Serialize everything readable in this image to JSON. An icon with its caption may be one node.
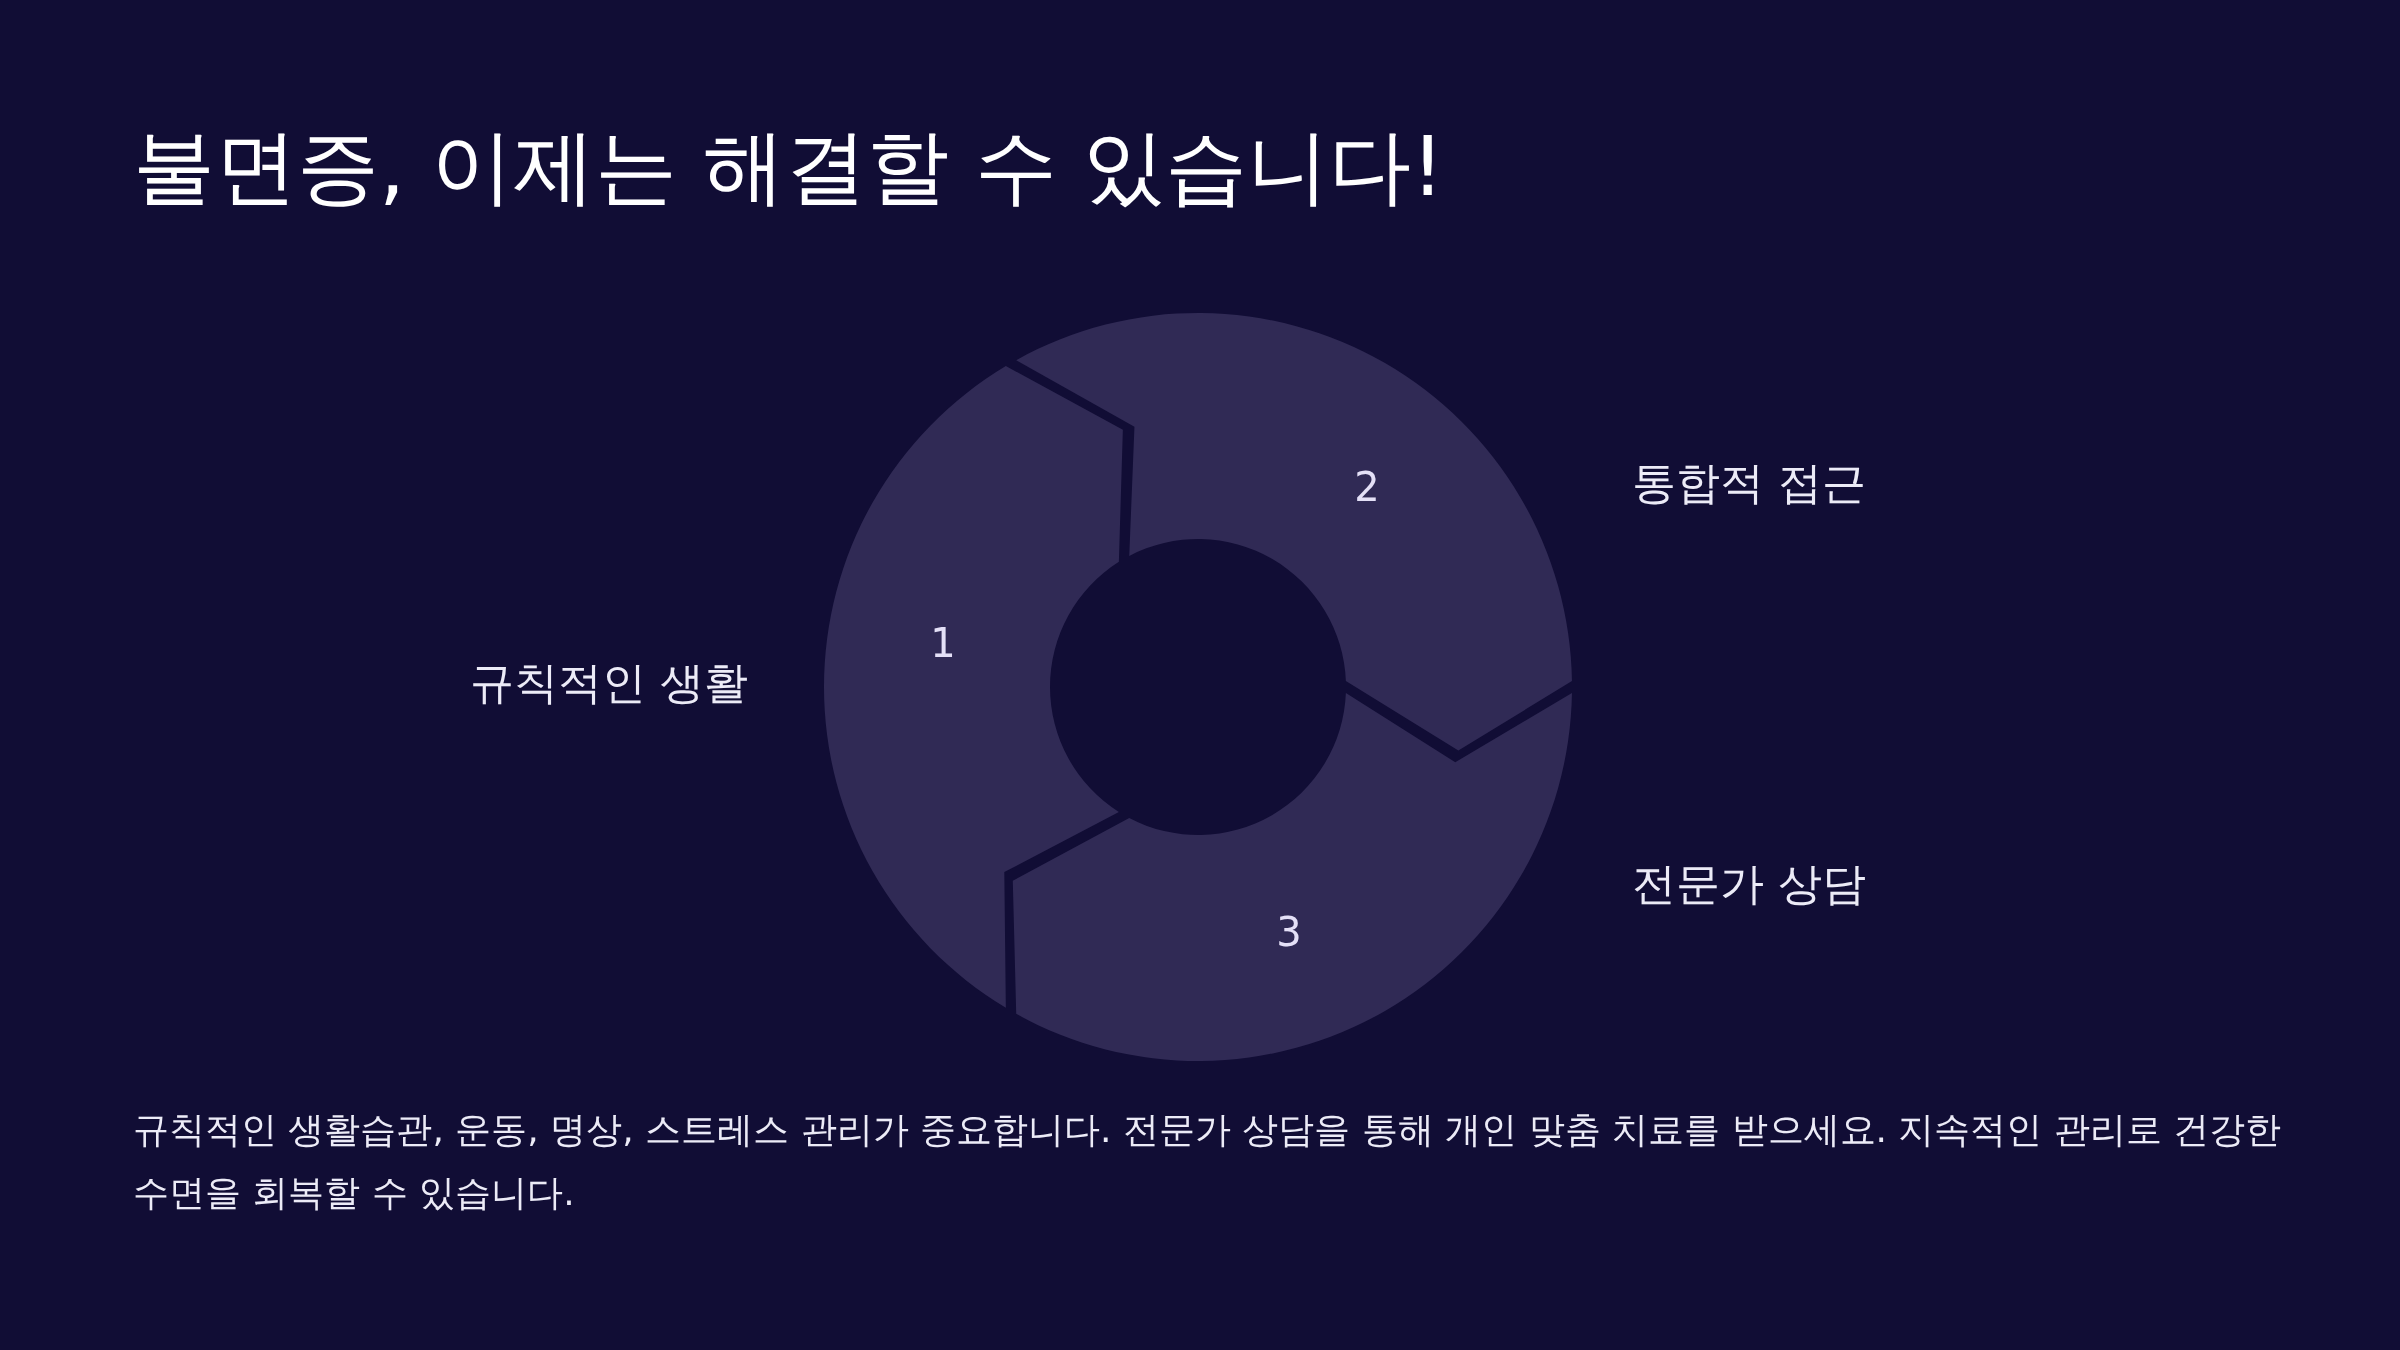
{
  "diagram": {
    "title": "불면증, 이제는 해결할 수 있습니다!",
    "nodes": [
      {
        "text": [
          "1"
        ],
        "beside": [
          "규칙적인 생활"
        ]
      },
      {
        "text": [
          "2"
        ],
        "beside": [
          "통합적 접근"
        ]
      },
      {
        "text": [
          "3"
        ],
        "beside": [
          "전문가 상담"
        ]
      }
    ],
    "labels": [
      "규칙적인 생활습관, 운동, 명상, 스트레스 관리가 중요합니다. 전문가 상담을 통해 개인 맞춤 치료를 받으세요. 지속적인 관리로 건강한 수면을 회복할 수 있습니다."
    ]
  }
}
